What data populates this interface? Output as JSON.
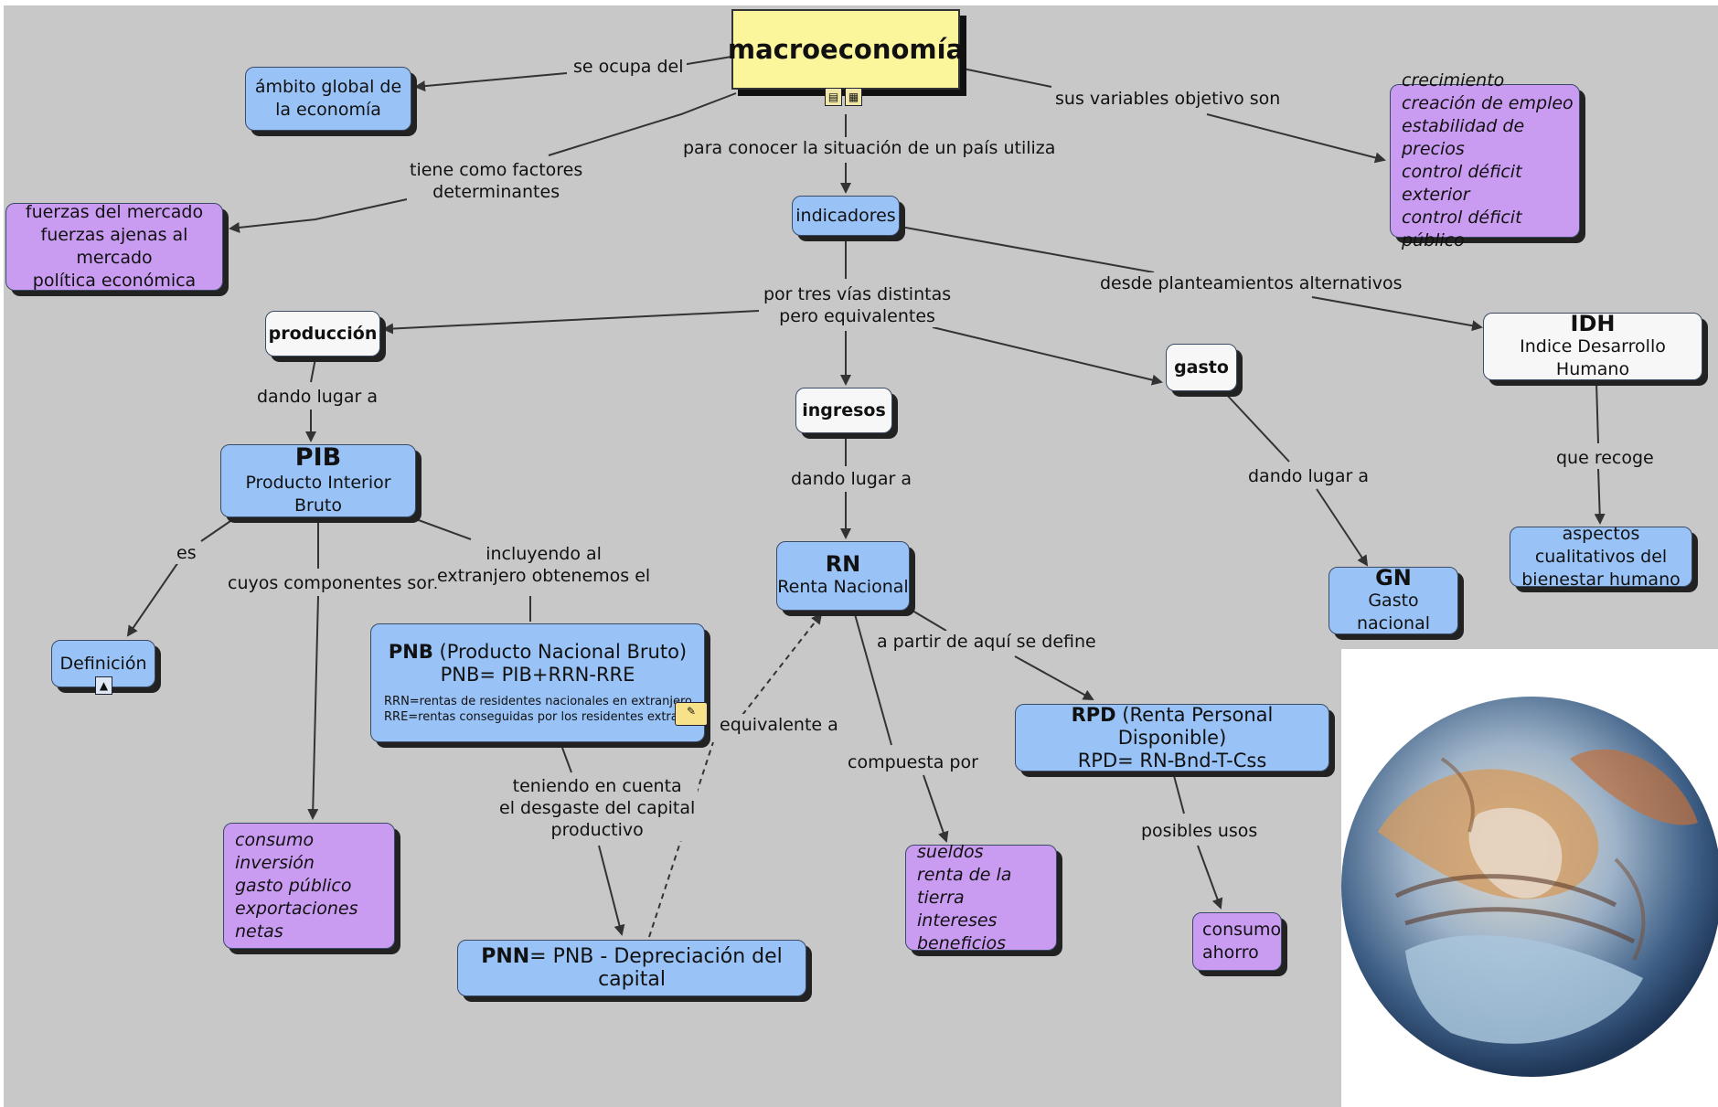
{
  "nodes": {
    "macro": "macroeconomía",
    "ambito": "ámbito global de la economía",
    "objetivos": [
      "crecimiento",
      "creación de empleo",
      "estabilidad de precios",
      "control déficit exterior",
      "control déficit público"
    ],
    "fuerzas": [
      "fuerzas del mercado",
      "fuerzas ajenas al mercado",
      "política económica"
    ],
    "indicadores": "indicadores",
    "produccion": "producción",
    "ingresos": "ingresos",
    "gasto": "gasto",
    "idh_title": "IDH",
    "idh_sub": "Indice Desarrollo Humano",
    "pib_title": "PIB",
    "pib_sub": "Producto Interior Bruto",
    "rn_title": "RN",
    "rn_sub": "Renta Nacional",
    "gn_title": "GN",
    "gn_sub": "Gasto nacional",
    "aspectos": "aspectos cualitativos del bienestar humano",
    "definicion": "Definición",
    "pnb_bold": "PNB",
    "pnb_rest": " (Producto Nacional Bruto)",
    "pnb_formula": "PNB= PIB+RRN-RRE",
    "pnb_note1": "RRN=rentas de residentes nacionales en extranjero",
    "pnb_note2": "RRE=rentas conseguidas por los residentes extranjeros",
    "componentes": [
      "consumo",
      "inversión",
      "gasto público",
      "exportaciones netas"
    ],
    "pnn_bold": "PNN",
    "pnn_rest": "= PNB - Depreciación del capital",
    "rpd_bold": "RPD",
    "rpd_rest": " (Renta Personal Disponible)",
    "rpd_formula": "RPD= RN-Bnd-T-Css",
    "rentas": [
      "sueldos",
      "renta de la tierra",
      "intereses",
      "beneficios"
    ],
    "usos": [
      "consumo",
      "ahorro"
    ]
  },
  "links": {
    "se_ocupa": "se ocupa del",
    "sus_variables": "sus variables objetivo son",
    "tiene_factores": [
      "tiene como factores",
      "determinantes"
    ],
    "para_conocer": "para conocer la situación de un país utiliza",
    "tres_vias": [
      "por tres vías distintas",
      "pero equivalentes"
    ],
    "desde": "desde planteamientos alternativos",
    "dando1": "dando lugar a",
    "dando2": "dando lugar a",
    "dando3": "dando lugar a",
    "que_recoge": "que recoge",
    "es": "es",
    "cuyos": "cuyos componentes son",
    "incluyendo": [
      "incluyendo al",
      "extranjero obtenemos el"
    ],
    "equivalente": "equivalente a",
    "a_partir": "a partir de aquí se define",
    "teniendo": [
      "teniendo en cuenta",
      "el desgaste del capital",
      "productivo"
    ],
    "compuesta": "compuesta por",
    "posibles": "posibles usos"
  },
  "image": {
    "description_icon": "globe-hands-image"
  }
}
